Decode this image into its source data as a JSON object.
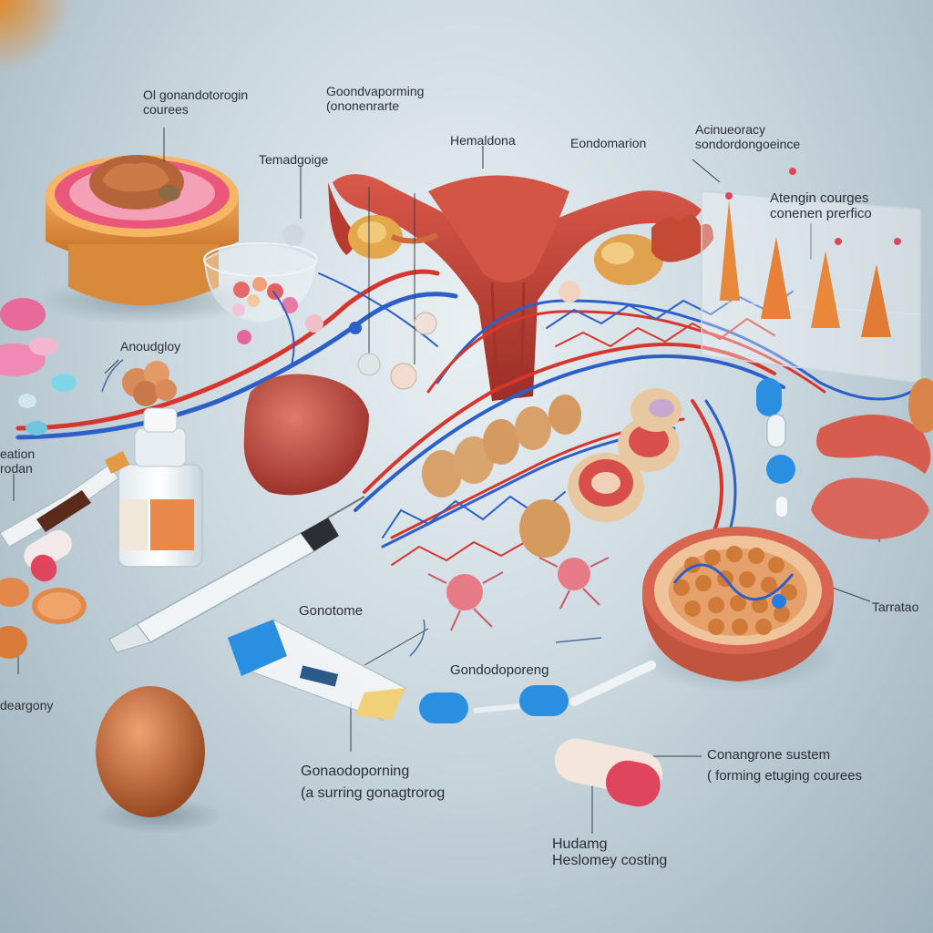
{
  "labels": {
    "gonadotropin_courses_1": "Ol gonandotorogin",
    "gonadotropin_courses_2": "courees",
    "goondvaporming_1": "Goondvaporming",
    "goondvaporming_2": "(ononenrarte",
    "hemaldona": "Hemaldona",
    "eondomarion": "Eondomarion",
    "acineracy_1": "Acinueoracy",
    "acineracy_2": "sondordongoeince",
    "atengin_1": "Atengin courges",
    "atengin_2": "conenen prerfico",
    "temadgoige": "Temadgoige",
    "anoudgloy": "Anoudgloy",
    "left_edge_1": "eation",
    "left_edge_2": "rodan",
    "gonotome": "Gonotome",
    "gondodoporeng": "Gondodoporeng",
    "tarratao": "Tarratao",
    "deargony": "deargony",
    "gonadoporning_1": "Gonaodoporning",
    "gonadoporning_2": "(a surring gonagtrorog",
    "conangrone_1": "Conangrone sustem",
    "conangrone_2": "( forming etuging courees",
    "hudamg_1": "Hudamg",
    "hudamg_2": "Heslomey costing"
  },
  "colors": {
    "artery": "#d7362e",
    "vein": "#2c5fc8",
    "uterus": "#c9433a",
    "capsule_blue": "#2a8fe0",
    "capsule_pink": "#e0455e",
    "egg": "#c06a3a"
  }
}
